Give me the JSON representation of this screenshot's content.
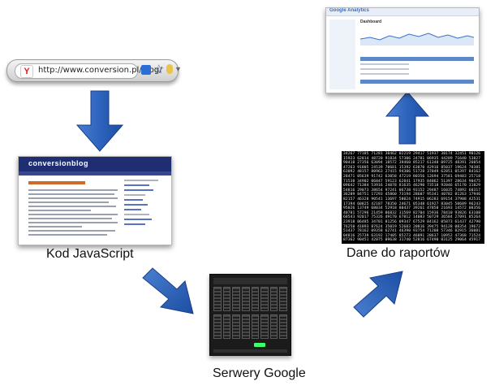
{
  "labels": {
    "kod": "Kod JavaScript",
    "dane": "Dane do raportów",
    "serwery": "Serwery Google"
  },
  "browser": {
    "url": "http://www.conversion.pl/blog/"
  },
  "blog": {
    "logo_text": "conversionblog"
  },
  "dashboard": {
    "title": "Dashboard"
  },
  "datablock": {
    "rows": [
      "34267 77185 71281 30462 02219 29417 51937 38174 32451 90126",
      "15923 62014 48720 91834 57306 24781 06935 44289 71640 53827",
      "90418 27356 63094 18572 39460 85217 61348 09725 48391 26054",
      "47263 91805 24539 70681 15392 63870 42916 85037 19624 70381",
      "63092 48157 80963 27415 94306 51728 37049 62851 05397 84162",
      "28471 05639 91742 63058 47219 80356 12694 37581 69403 25718",
      "71538 34902 06847 59123 62841 17935 84062 51397 28634 90475",
      "09642 71384 53916 24078 81635 46290 73518 92046 65170 31829",
      "54816 29073 38654 97241 06738 93152 29487 16035 74892 60317",
      "36209 84751 17293 45860 73194 28607 95341 40782 81263 17946",
      "82157 46328 90541 13697 58024 74915 06283 69154 37908 42531",
      "17394 60825 42187 78350 24671 05348 61927 83045 50689 96243",
      "95026 13749 68034 52918 80437 39261 47850 21693 14572 08356",
      "40781 57296 21459 06832 31569 82704 15936 78410 93826 63108",
      "68543 92017 75326 49170 67812 14083 50729 36584 27091 85264",
      "23918 06485 34701 81256 09347 67529 84162 05873 61437 42790",
      "76250 41893 87624 35019 52683 20816 39475 94128 08354 19672",
      "51437 78162 09358 62741 46390 93754 71208 57346 82915 36081",
      "04816 25739 63192 17405 85273 46091 28637 10952 47368 71524",
      "87362 90451 42875 09638 31740 52816 67490 83125 29064 45917"
    ]
  }
}
